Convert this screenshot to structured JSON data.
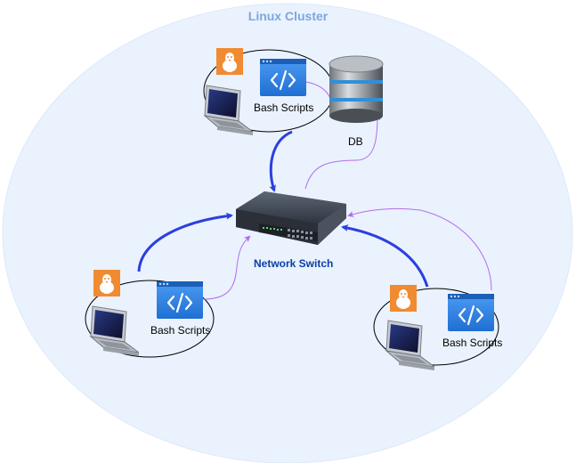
{
  "cluster": {
    "title": "Linux Cluster",
    "title_color": "#7ea6e0",
    "fill_color": "#eaf2fd"
  },
  "switch": {
    "label": "Network Switch",
    "label_color": "#0b3ea8",
    "icon": "network-switch-icon"
  },
  "db": {
    "label": "DB",
    "icon": "database-icon"
  },
  "nodes": [
    {
      "script_label": "Bash Scripts",
      "os_icon": "linux-tux-icon",
      "laptop_icon": "laptop-icon",
      "script_icon": "code-script-icon"
    },
    {
      "script_label": "Bash Scripts",
      "os_icon": "linux-tux-icon",
      "laptop_icon": "laptop-icon",
      "script_icon": "code-script-icon"
    },
    {
      "script_label": "Bash Scripts",
      "os_icon": "linux-tux-icon",
      "laptop_icon": "laptop-icon",
      "script_icon": "code-script-icon"
    }
  ],
  "colors": {
    "network_link": "#2b3fe0",
    "script_link": "#b36cf0",
    "tux_badge": "#f08b32",
    "script_tile": "#2f7fe0"
  }
}
